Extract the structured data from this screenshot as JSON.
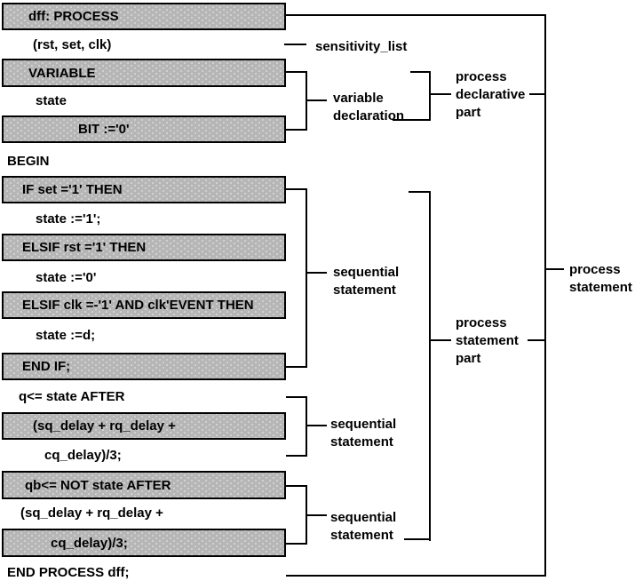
{
  "code_rows": [
    {
      "text": "dff: PROCESS",
      "boxed": true
    },
    {
      "text": "(rst, set, clk)",
      "boxed": false
    },
    {
      "text": "VARIABLE",
      "boxed": true
    },
    {
      "text": "state",
      "boxed": false
    },
    {
      "text": "BIT :='0'",
      "boxed": true
    },
    {
      "text": "BEGIN",
      "boxed": false
    },
    {
      "text": "IF set ='1' THEN",
      "boxed": true
    },
    {
      "text": "state :='1';",
      "boxed": false
    },
    {
      "text": "ELSIF rst ='1' THEN",
      "boxed": true
    },
    {
      "text": "state :='0'",
      "boxed": false
    },
    {
      "text": "ELSIF clk =-'1' AND clk'EVENT THEN",
      "boxed": true
    },
    {
      "text": "state :=d;",
      "boxed": false
    },
    {
      "text": "END IF;",
      "boxed": true
    },
    {
      "text": "q<= state AFTER",
      "boxed": false
    },
    {
      "text": "(sq_delay + rq_delay +",
      "boxed": true
    },
    {
      "text": "cq_delay)/3;",
      "boxed": false
    },
    {
      "text": "qb<= NOT state AFTER",
      "boxed": true
    },
    {
      "text": "(sq_delay + rq_delay +",
      "boxed": false
    },
    {
      "text": "cq_delay)/3;",
      "boxed": true
    },
    {
      "text": "END PROCESS dff;",
      "boxed": false
    }
  ],
  "labels": {
    "sensitivity_list": "sensitivity_list",
    "variable_declaration": "variable\ndeclaration",
    "process_declarative_part": "process\ndeclarative\npart",
    "sequential_statement_1": "sequential\nstatement",
    "process_statement_part": "process\nstatement\npart",
    "process_statement": "process\nstatement",
    "sequential_statement_2": "sequential\nstatement",
    "sequential_statement_3": "sequential\nstatement"
  },
  "colors": {
    "box_fill": "#b6b6b6",
    "box_stipple": "#d6d6d6",
    "box_border": "#000000",
    "line": "#000000",
    "background": "#ffffff",
    "text": "#000000"
  }
}
